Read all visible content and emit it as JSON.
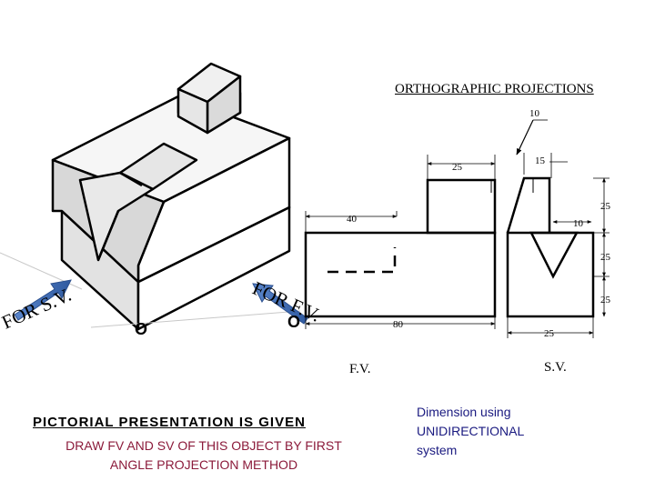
{
  "title": "ORTHOGRAPHIC PROJECTIONS",
  "view_labels": {
    "front": "F.V.",
    "side": "S.V."
  },
  "direction_labels": {
    "side": "FOR S.V.",
    "front": "FOR F.V."
  },
  "origin_marks": {
    "left": "O",
    "right": "O"
  },
  "dimensions": {
    "d10_top": "10",
    "d15": "15",
    "d25_upper_width": "25",
    "d40": "40",
    "d10_small": "10",
    "d25_right_top": "25",
    "d25_right_mid": "25",
    "d25_right_low": "25",
    "d80": "80",
    "d25_bottom": "25"
  },
  "pictorial_heading": "PICTORIAL PRESENTATION IS GIVEN",
  "instruction": "DRAW FV AND SV OF THIS OBJECT BY FIRST ANGLE PROJECTION METHOD",
  "note": "Dimension using UNIDIRECTIONAL system",
  "colors": {
    "arrow": "#3f6db5",
    "instruction": "#8b1a3a",
    "note": "#1a1a80",
    "iso_face": "#dcdcdc"
  }
}
